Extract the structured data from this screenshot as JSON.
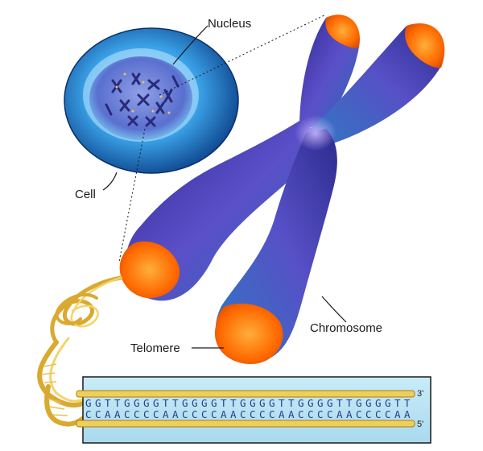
{
  "labels": {
    "nucleus": "Nucleus",
    "cell": "Cell",
    "chromosome": "Chromosome",
    "telomere": "Telomere",
    "three_prime": "3'",
    "five_prime": "5'"
  },
  "dna_sequence": {
    "top_strand": "GGTTGGGGTTGGGGTTGGGGTTGGGGTTGGGGTT",
    "bottom_strand": "CCAACCCCAACCCCAACCCCAACCCCAACCCCAA"
  },
  "colors": {
    "chromosome": "#3b3fa8",
    "telomere": "#ff6a00",
    "dna_ribbon": "#e8c24a",
    "sequence_box": "#bfe3f2"
  }
}
